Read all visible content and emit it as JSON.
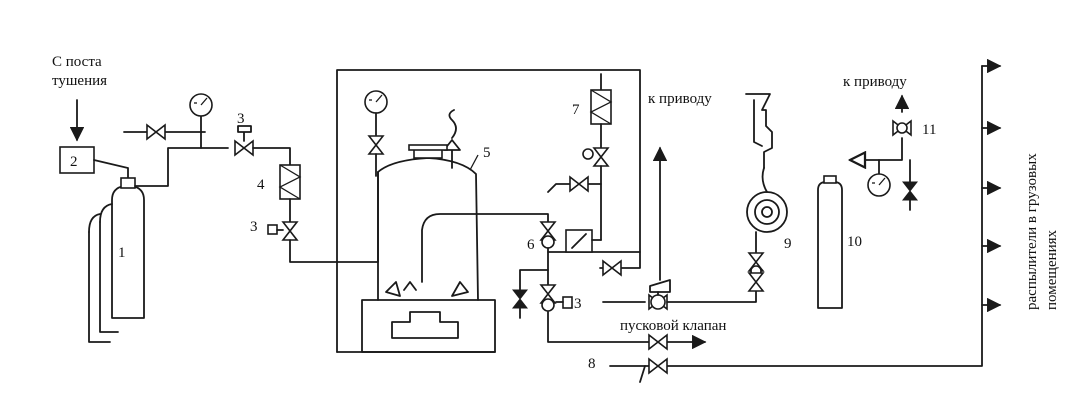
{
  "labels": {
    "source_line1": "С поста",
    "source_line2": "тушения",
    "to_drive_1": "к приводу",
    "to_drive_2": "к приводу",
    "launch_valve": "пусковой клапан",
    "sprayers_line1": "распылители в грузовых",
    "sprayers_line2": "помещениях"
  },
  "numbers": {
    "n1": "1",
    "n2": "2",
    "n3a": "3",
    "n3b": "3",
    "n3c": "3",
    "n4": "4",
    "n5": "5",
    "n6": "6",
    "n7": "7",
    "n8": "8",
    "n9": "9",
    "n10": "10",
    "n11": "11"
  }
}
